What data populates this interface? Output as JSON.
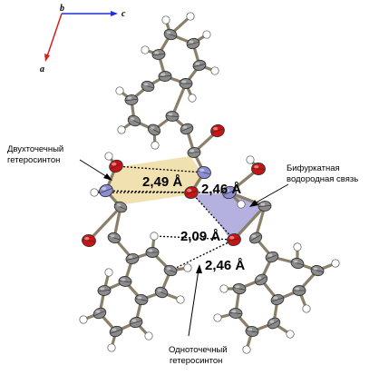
{
  "axes": {
    "b": "b",
    "c": "c",
    "a": "a",
    "colors": {
      "c": "#1c2fd6",
      "a": "#d62020"
    }
  },
  "labels": {
    "two_point_line1": "Двухточечный",
    "two_point_line2": "гетеросинтон",
    "bifurcated_line1": "Бифуркатная",
    "bifurcated_line2": "водородная связь",
    "one_point_line1": "Одноточечный",
    "one_point_line2": "гетеросинтон"
  },
  "distances": {
    "d1": "2,49 Å",
    "d2": "2,46 Å",
    "d3": "2,09 Å",
    "d4": "2,46 Å"
  },
  "colors": {
    "carbon": "#8a8a8a",
    "oxygen": "#c81414",
    "nitrogen": "#8c8cd2",
    "hydrogen": "#ffffff",
    "synthon_two_point": "#f2e1b0",
    "synthon_bifurcated": "#b4b0e0"
  }
}
